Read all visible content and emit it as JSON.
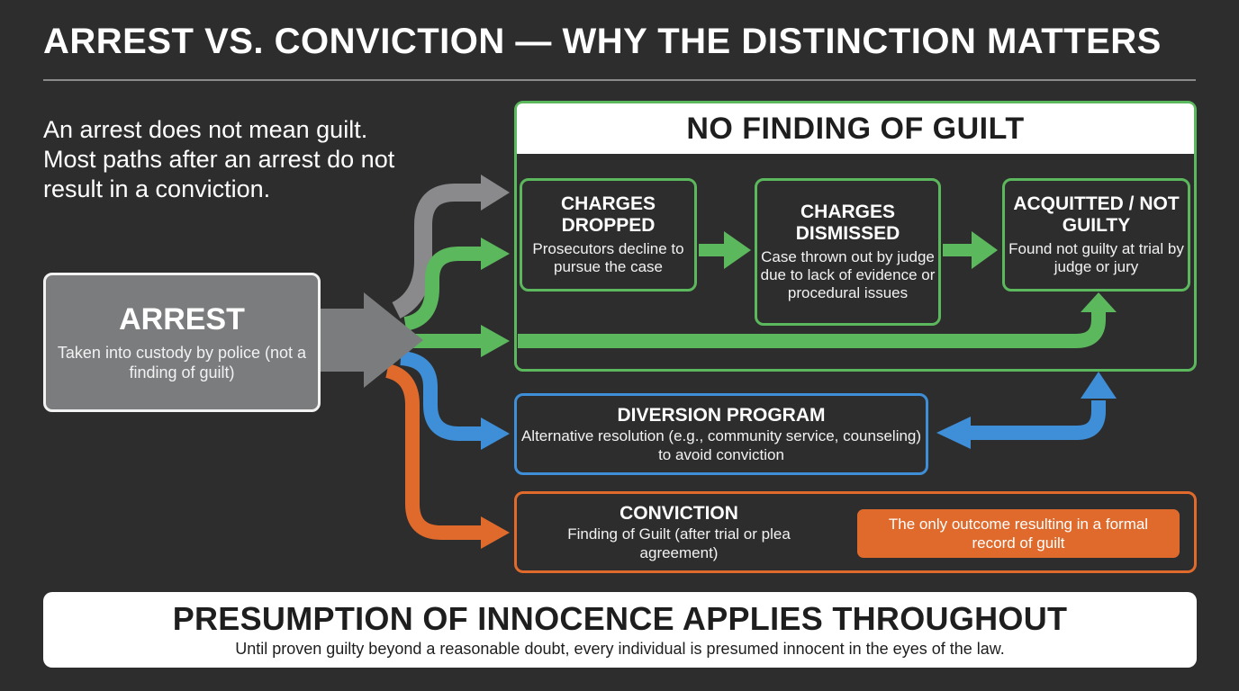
{
  "title": "ARREST VS. CONVICTION — WHY THE DISTINCTION MATTERS",
  "intro": "An arrest does not mean guilt. Most paths after an arrest do not result in a conviction.",
  "arrest": {
    "label": "ARREST",
    "description": "Taken into custody by police (not a finding of guilt)"
  },
  "no_finding": {
    "header": "NO FINDING OF GUILT",
    "charges_dropped": {
      "label": "CHARGES DROPPED",
      "description": "Prosecutors decline to pursue the case"
    },
    "charges_dismissed": {
      "label": "CHARGES DISMISSED",
      "description": "Case thrown out by judge due to lack of evidence or procedural issues"
    },
    "acquitted": {
      "label": "ACQUITTED / NOT GUILTY",
      "description": "Found not guilty at trial by judge or jury"
    }
  },
  "diversion": {
    "label": "DIVERSION PROGRAM",
    "description": "Alternative resolution (e.g., community service, counseling) to avoid conviction"
  },
  "conviction": {
    "label": "CONVICTION",
    "description": "Finding of Guilt (after trial or plea agreement)",
    "note": "The only outcome resulting in a formal record of guilt"
  },
  "banner": {
    "heading": "PRESUMPTION OF INNOCENCE APPLIES THROUGHOUT",
    "text": "Until proven guilty beyond a reasonable doubt, every individual is presumed innocent in the eyes of the law."
  },
  "colors": {
    "background": "#2d2d2e",
    "gray_path": "#8a8a8c",
    "green_path": "#5cb85c",
    "blue_path": "#3e8fd8",
    "orange_path": "#e06a2c"
  }
}
